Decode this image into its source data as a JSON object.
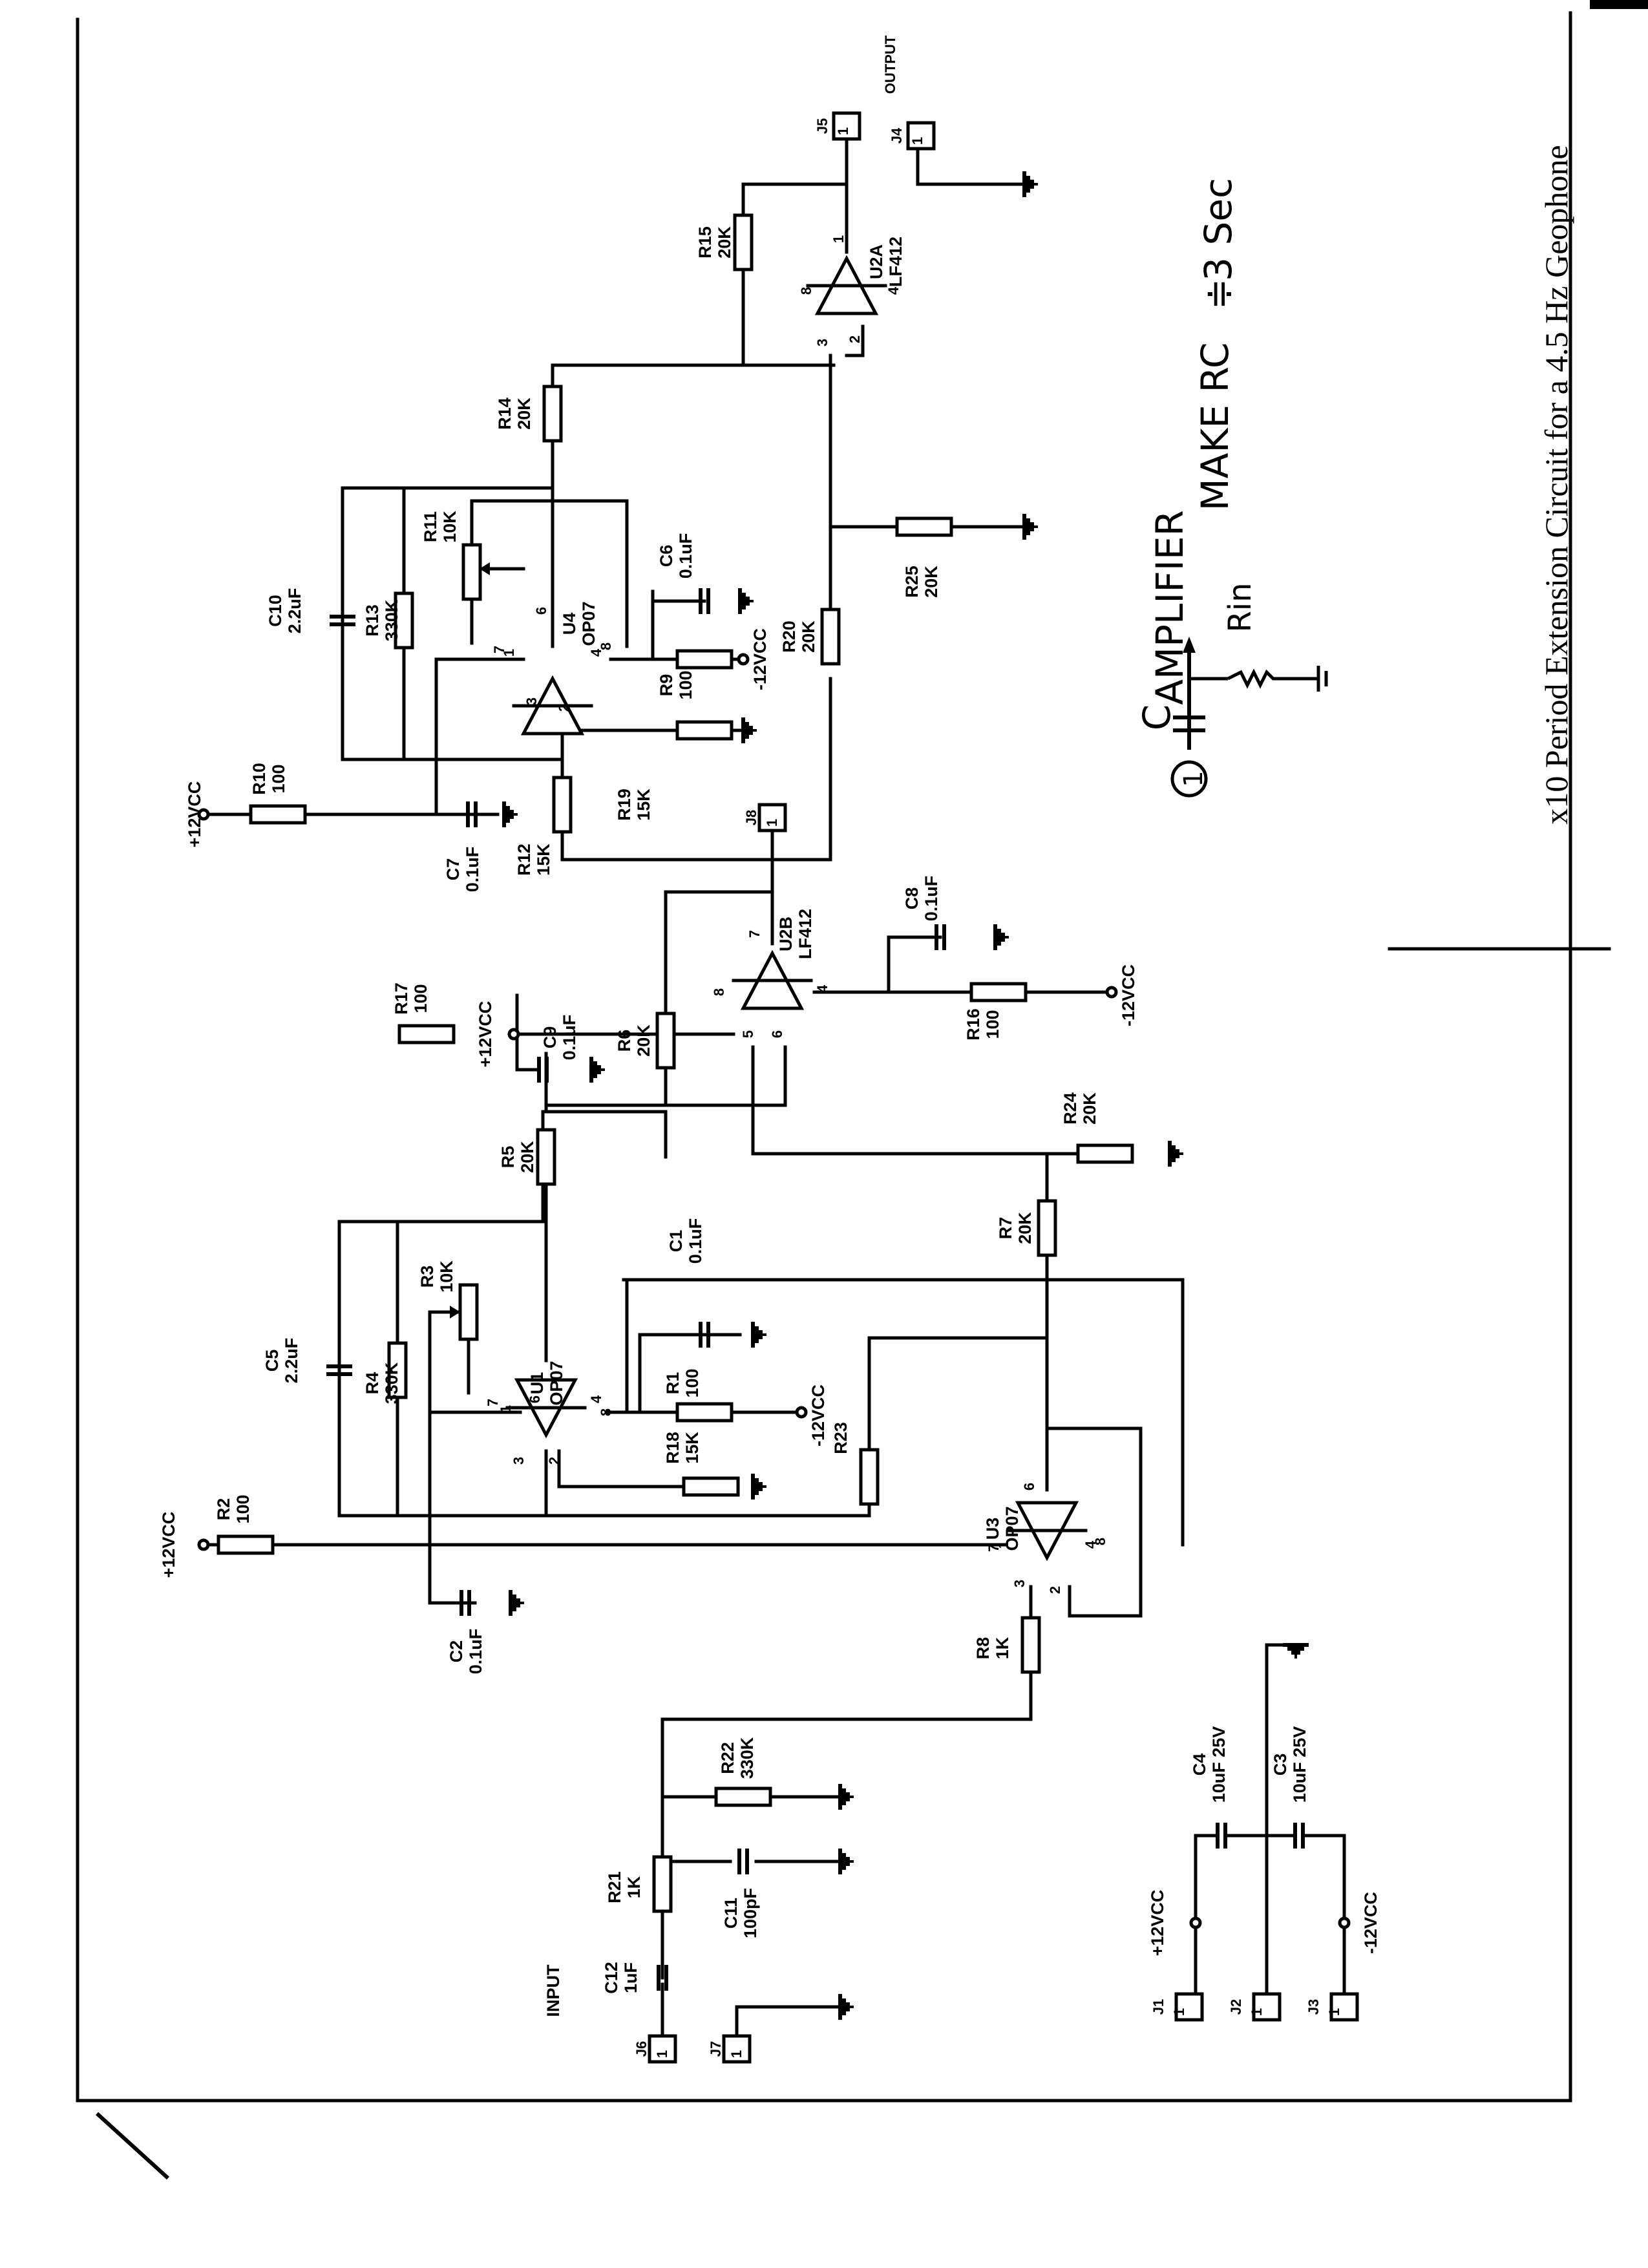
{
  "title": "x10 Period Extension Circuit for a 4.5 Hz Geophone",
  "labels": {
    "input": "INPUT",
    "output": "OUTPUT",
    "vpos": "+12VCC",
    "vneg": "-12VCC"
  },
  "note": {
    "index": "1",
    "cap": "C",
    "amplifier": "AMPLIFIER",
    "rin": "Rin",
    "make": "MAKE RC",
    "approx": "≑",
    "value": "3 Sec"
  },
  "resistors": {
    "R1": {
      "ref": "R1",
      "value": "100"
    },
    "R2": {
      "ref": "R2",
      "value": "100"
    },
    "R3": {
      "ref": "R3",
      "value": "10K"
    },
    "R4": {
      "ref": "R4",
      "value": "330K"
    },
    "R5": {
      "ref": "R5",
      "value": "20K"
    },
    "R6": {
      "ref": "R6",
      "value": "20K"
    },
    "R7": {
      "ref": "R7",
      "value": "20K"
    },
    "R8": {
      "ref": "R8",
      "value": "1K"
    },
    "R9": {
      "ref": "R9",
      "value": "100"
    },
    "R10": {
      "ref": "R10",
      "value": "100"
    },
    "R11": {
      "ref": "R11",
      "value": "10K"
    },
    "R12": {
      "ref": "R12",
      "value": "15K"
    },
    "R13": {
      "ref": "R13",
      "value": "330K"
    },
    "R14": {
      "ref": "R14",
      "value": "20K"
    },
    "R15": {
      "ref": "R15",
      "value": "20K"
    },
    "R16": {
      "ref": "R16",
      "value": "100"
    },
    "R17": {
      "ref": "R17",
      "value": "100"
    },
    "R18": {
      "ref": "R18",
      "value": "15K"
    },
    "R19": {
      "ref": "R19",
      "value": "15K"
    },
    "R20": {
      "ref": "R20",
      "value": "20K"
    },
    "R21": {
      "ref": "R21",
      "value": "1K"
    },
    "R22": {
      "ref": "R22",
      "value": "330K"
    },
    "R23": {
      "ref": "R23",
      "value": ""
    },
    "R24": {
      "ref": "R24",
      "value": "20K"
    },
    "R25": {
      "ref": "R25",
      "value": "20K"
    }
  },
  "capacitors": {
    "C1": {
      "ref": "C1",
      "value": "0.1uF"
    },
    "C2": {
      "ref": "C2",
      "value": "0.1uF"
    },
    "C3": {
      "ref": "C3",
      "value": "10uF 25V"
    },
    "C4": {
      "ref": "C4",
      "value": "10uF 25V"
    },
    "C5": {
      "ref": "C5",
      "value": "2.2uF"
    },
    "C6": {
      "ref": "C6",
      "value": "0.1uF"
    },
    "C7": {
      "ref": "C7",
      "value": "0.1uF"
    },
    "C8": {
      "ref": "C8",
      "value": "0.1uF"
    },
    "C9": {
      "ref": "C9",
      "value": "0.1uF"
    },
    "C10": {
      "ref": "C10",
      "value": "2.2uF"
    },
    "C11": {
      "ref": "C11",
      "value": "100pF"
    },
    "C12": {
      "ref": "C12",
      "value": "1uF"
    }
  },
  "opamps": {
    "U1": {
      "ref": "U1",
      "part": "OP07"
    },
    "U2A": {
      "ref": "U2A",
      "part": "LF412"
    },
    "U2B": {
      "ref": "U2B",
      "part": "LF412"
    },
    "U3": {
      "ref": "U3",
      "part": "OP07"
    },
    "U4": {
      "ref": "U4",
      "part": "OP07"
    }
  },
  "pins": {
    "p1": "1",
    "p2": "2",
    "p3": "3",
    "p4": "4",
    "p5": "5",
    "p6": "6",
    "p7": "7",
    "p8": "8"
  },
  "jacks": {
    "J1": {
      "ref": "J1",
      "pin": "1"
    },
    "J2": {
      "ref": "J2",
      "pin": "1"
    },
    "J3": {
      "ref": "J3",
      "pin": "1"
    },
    "J4": {
      "ref": "J4",
      "pin": "1"
    },
    "J5": {
      "ref": "J5",
      "pin": "1"
    },
    "J6": {
      "ref": "J6",
      "pin": "1"
    },
    "J7": {
      "ref": "J7",
      "pin": "1"
    },
    "J8": {
      "ref": "J8",
      "pin": "1"
    }
  }
}
